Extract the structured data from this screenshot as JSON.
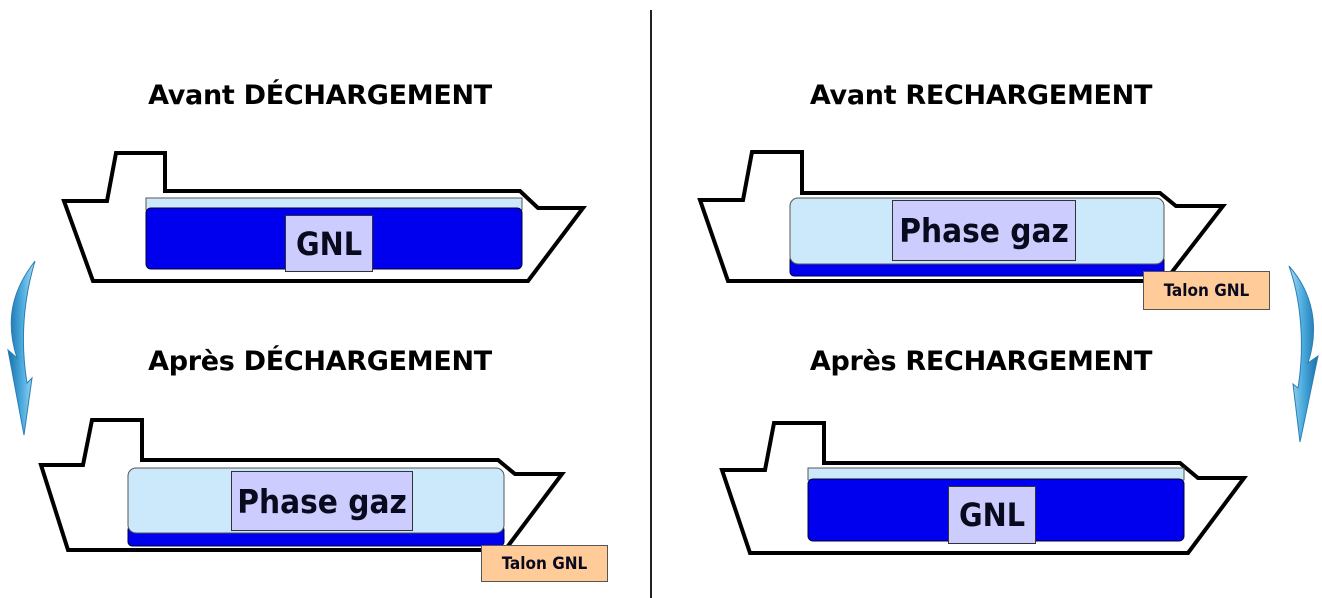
{
  "colors": {
    "lng_liquid": "#0000ee",
    "gas_phase": "#cce9fb",
    "label_box": "#ccccff",
    "heel_label_box": "#ffcc99",
    "arrow": "#3399cc",
    "hull_outline": "#000000"
  },
  "left": {
    "before_title": "Avant DÉCHARGEMENT",
    "before_tank_label": "GNL",
    "after_title": "Après DÉCHARGEMENT",
    "after_tank_label": "Phase gaz",
    "after_heel_label": "Talon GNL"
  },
  "right": {
    "before_title": "Avant RECHARGEMENT",
    "before_tank_label": "Phase gaz",
    "before_heel_label": "Talon GNL",
    "after_title": "Après RECHARGEMENT",
    "after_tank_label": "GNL"
  },
  "icons": {
    "left_arrow": "curved-arrow-down-icon",
    "right_arrow": "curved-arrow-down-icon"
  }
}
